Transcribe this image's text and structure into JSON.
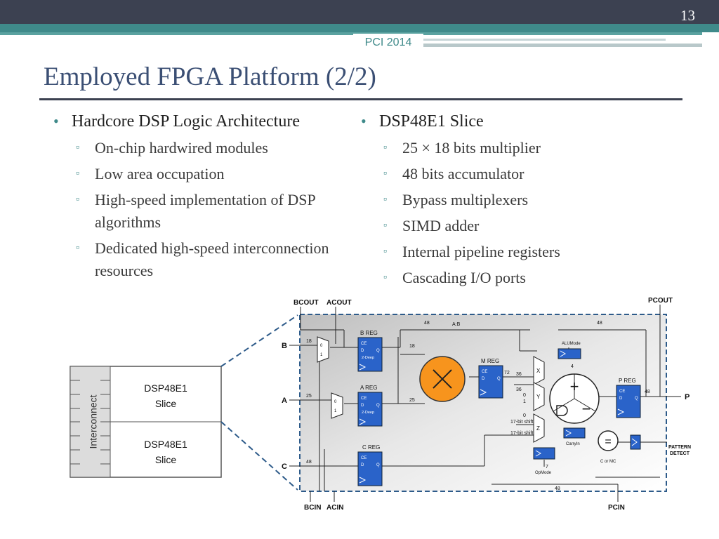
{
  "slide": {
    "number": "13",
    "conference": "PCI 2014",
    "title": "Employed FPGA Platform (2/2)"
  },
  "left": {
    "heading": "Hardcore DSP Logic Architecture",
    "items": [
      "On-chip hardwired modules",
      "Low area occupation",
      "High-speed implementation of DSP algorithms",
      "Dedicated high-speed interconnection resources"
    ]
  },
  "right": {
    "heading": "DSP48E1 Slice",
    "items": [
      "25 × 18 bits multiplier",
      "48 bits accumulator",
      "Bypass multiplexers",
      "SIMD adder",
      "Internal pipeline registers",
      "Cascading I/O ports"
    ]
  },
  "colors": {
    "dark_bar": "#3c4151",
    "teal": "#3f8a8a",
    "title": "#3b4f74",
    "multiplier": "#f7941d",
    "register": "#2a63c9"
  },
  "small_block": {
    "interconnect_label": "Interconnect",
    "slice1_line1": "DSP48E1",
    "slice1_line2": "Slice",
    "slice2_line1": "DSP48E1",
    "slice2_line2": "Slice"
  },
  "dsp_diagram": {
    "bcout": "BCOUT",
    "acout": "ACOUT",
    "pcout": "PCOUT",
    "bcin": "BCIN",
    "acin": "ACIN",
    "pcin": "PCIN",
    "input_b": "B",
    "input_a": "A",
    "input_c": "C",
    "output_p": "P",
    "pattern_detect_1": "PATTERN",
    "pattern_detect_2": "DETECT",
    "b_reg": "B REG",
    "a_reg": "A REG",
    "c_reg": "C REG",
    "m_reg": "M REG",
    "p_reg": "P REG",
    "alumode": "ALUMode",
    "opmode": "OpMode",
    "carryin": "CarryIn",
    "cormc": "C or MC",
    "ce": "CE",
    "d": "D",
    "q": "Q",
    "two_deep": "2-Deep",
    "mux_x": "X",
    "mux_y": "Y",
    "mux_z": "Z",
    "shift1": "17-bit shift",
    "shift2": "17-bit shift",
    "w18": "18",
    "w25": "25",
    "w48": "48",
    "w18b": "18",
    "w25b": "25",
    "w72": "72",
    "w36": "36",
    "w36b": "36",
    "w48_top": "48",
    "w48_topright": "48",
    "w48_out": "48",
    "w48_bottom": "48",
    "w30": "A:B",
    "w4": "4",
    "w7": "7",
    "zero": "0",
    "one": "1",
    "zero2": "0",
    "one2": "1",
    "mux0": "0",
    "mux1": "1",
    "mux0b": "0",
    "mux1b": "1",
    "plus": "+",
    "minus": "−",
    "equals": "="
  }
}
